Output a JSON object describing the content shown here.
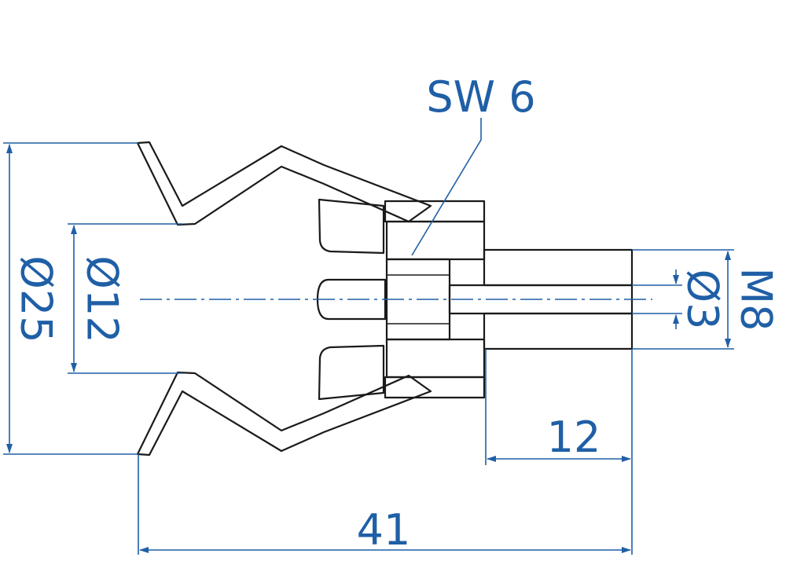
{
  "drawing": {
    "line_color": "#1a1a1a",
    "dimension_color": "#1f5fa6",
    "labels": {
      "wrench_size": "SW 6",
      "outer_diameter": "Ø25",
      "inner_diameter": "Ø12",
      "bore_diameter": "Ø3",
      "thread": "M8",
      "thread_length": "12",
      "overall_length": "41"
    }
  }
}
